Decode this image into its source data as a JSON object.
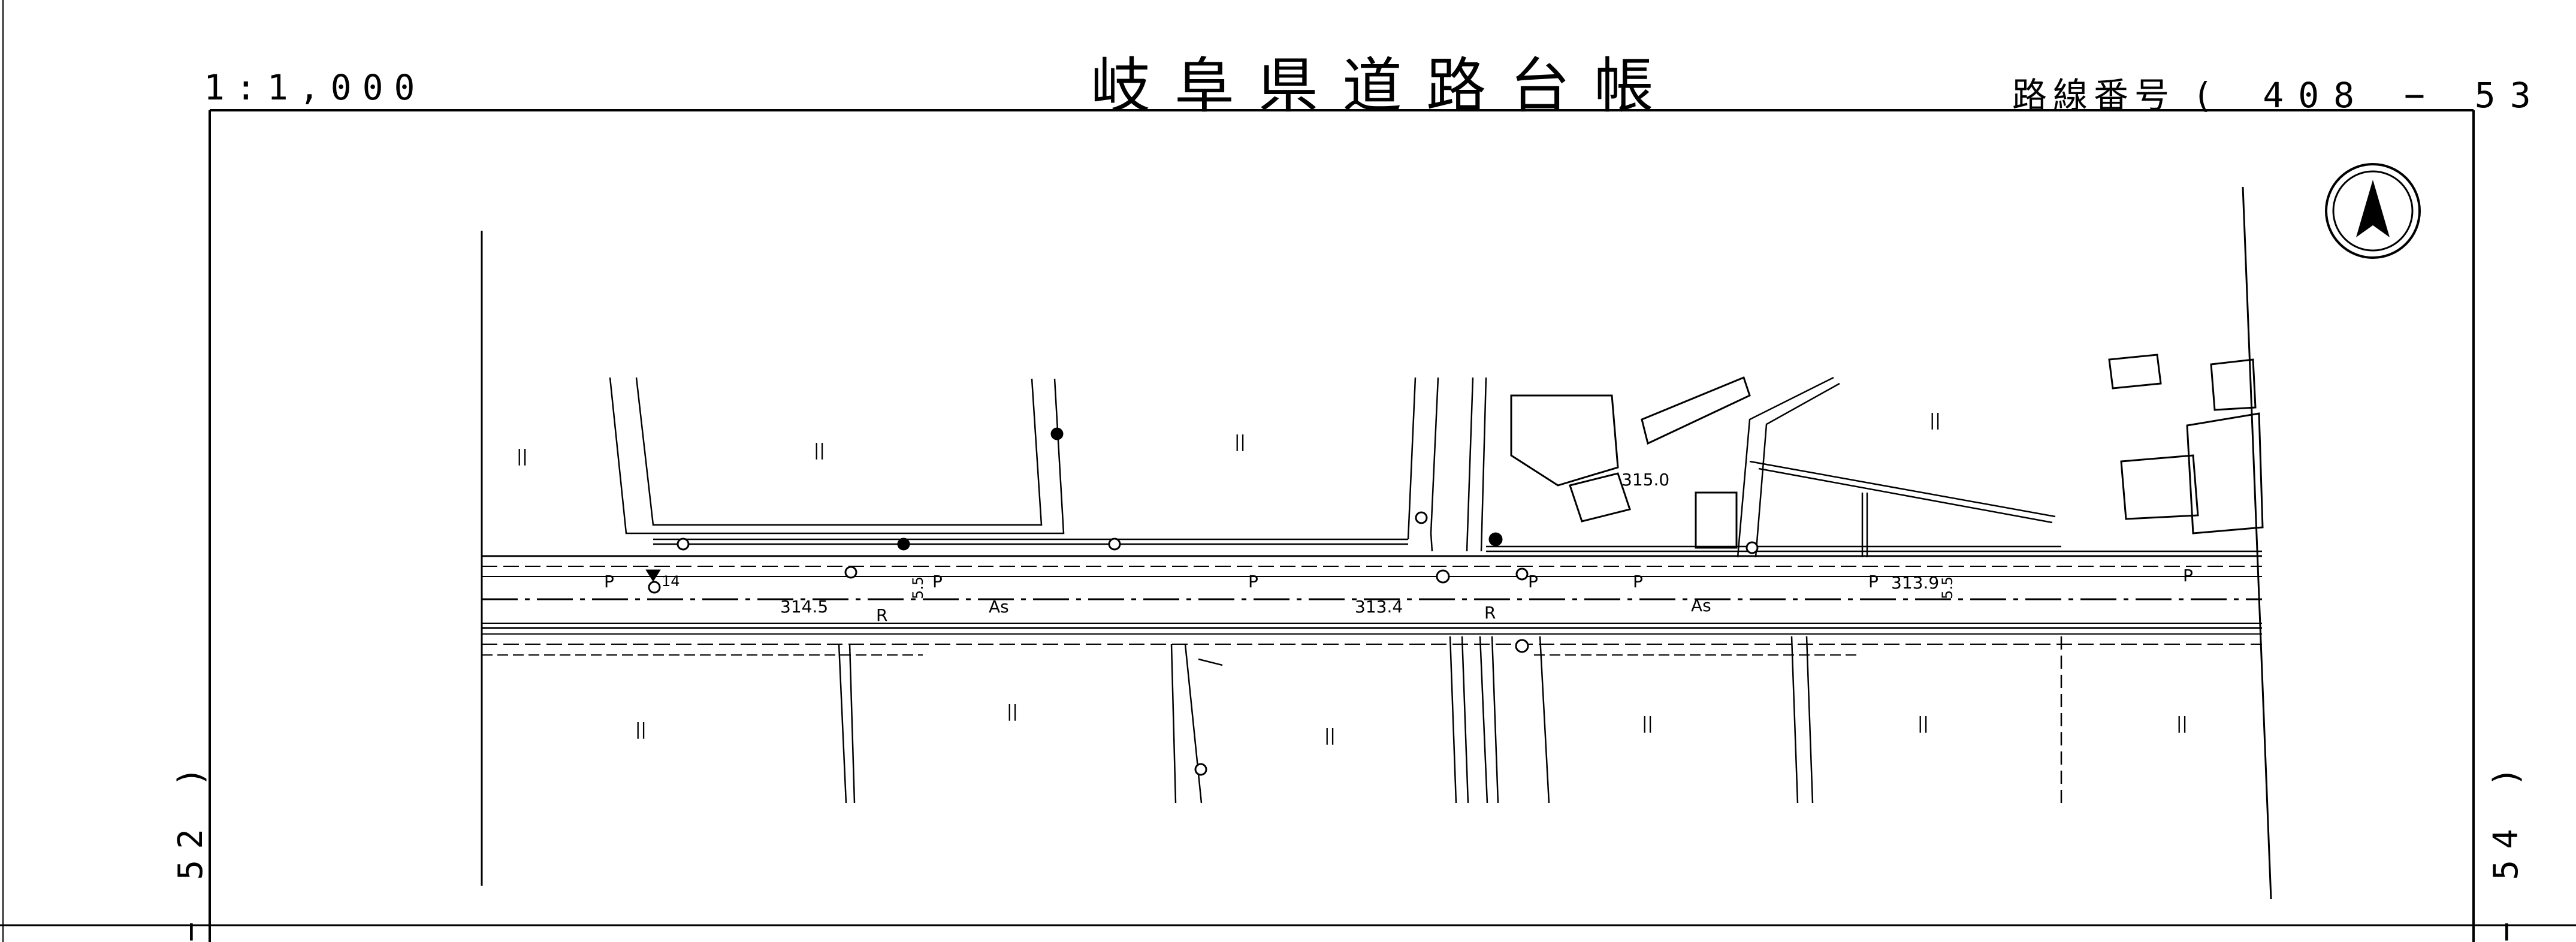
{
  "header": {
    "scale": "1:1,000",
    "title": "岐阜県道路台帳",
    "route_prefix": "路線番号",
    "route_number": "( 408 − 53 )"
  },
  "edges": {
    "left_sheet": "− 52 )",
    "right_sheet": "− 54 )"
  },
  "map": {
    "road_labels": [
      "P",
      "P",
      "P",
      "P",
      "P",
      "P",
      "P",
      "As",
      "As",
      "R",
      "R"
    ],
    "elevations": [
      "314.5",
      "313.4",
      "313.9",
      "315.0"
    ],
    "widths": [
      "5.5",
      "5.5"
    ],
    "marker": "14",
    "land_use_symbol": "||",
    "north_arrow": "north-arrow"
  }
}
